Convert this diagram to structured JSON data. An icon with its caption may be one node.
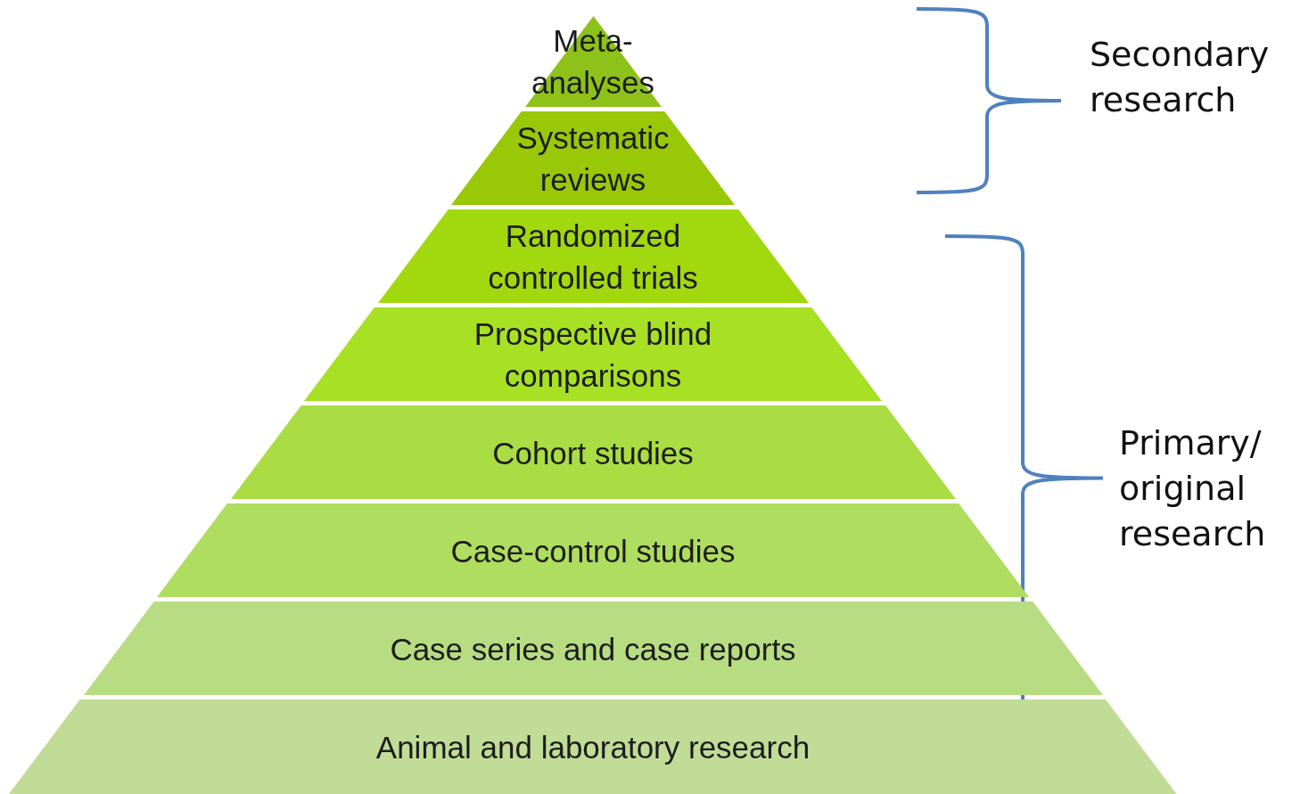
{
  "diagram": {
    "nodes": [
      {
        "text": [
          "Meta- analyses"
        ]
      },
      {
        "text": [
          "Systematic reviews"
        ]
      },
      {
        "text": [
          "Randomized controlled trials"
        ]
      },
      {
        "text": [
          "Prospective blind comparisons"
        ]
      },
      {
        "text": [
          "Cohort studies"
        ]
      },
      {
        "text": [
          "Case-control studies"
        ]
      },
      {
        "text": [
          "Case series and case reports"
        ]
      },
      {
        "text": [
          "Animal and laboratory research"
        ]
      }
    ],
    "edges": [],
    "labels": [
      "Secondary research",
      "Primary/ original research"
    ]
  }
}
